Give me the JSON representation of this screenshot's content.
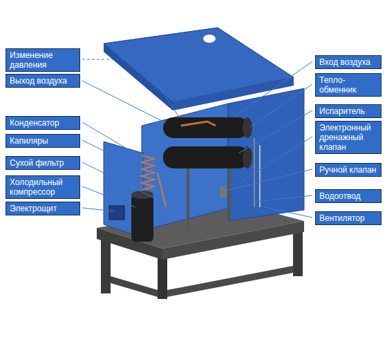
{
  "diagram": {
    "nodes": [
      {
        "text": [
          "Изменение давления"
        ]
      },
      {
        "text": [
          "Выход воздуха"
        ]
      },
      {
        "text": [
          "Конденсатор"
        ]
      },
      {
        "text": [
          "Капиляры"
        ]
      },
      {
        "text": [
          "Сухой фильтр"
        ]
      },
      {
        "text": [
          "Холодильный компрессор"
        ]
      },
      {
        "text": [
          "Электрощит"
        ]
      },
      {
        "text": [
          "Вход воздуха"
        ]
      },
      {
        "text": [
          "Тепло- обменник"
        ]
      },
      {
        "text": [
          "Испаритель"
        ]
      },
      {
        "text": [
          "Электронный дренажный клапан"
        ]
      },
      {
        "text": [
          "Ручной клапан"
        ]
      },
      {
        "text": [
          "Водоотвод"
        ]
      },
      {
        "text": [
          "Вентилятор"
        ]
      }
    ]
  }
}
